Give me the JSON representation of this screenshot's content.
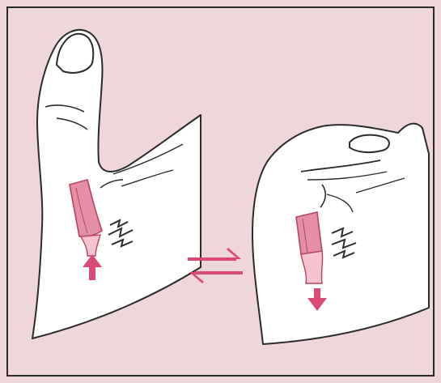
{
  "illustration": {
    "panels": [
      {
        "pose": "thumb-extended",
        "arrow_direction": "up"
      },
      {
        "pose": "thumb-flexed-into-fist",
        "arrow_direction": "down"
      }
    ],
    "colors": {
      "background": "#efd6d8",
      "border": "#2a2a2a",
      "skin": "#ffffff",
      "outline": "#2b2b2b",
      "tendon_sheath": "#e58fa6",
      "tendon": "#f6c4d0",
      "arrow": "#d94a74"
    },
    "icons": [
      "pain-spark-icon",
      "pain-spark-icon",
      "up-arrow-icon",
      "down-arrow-icon",
      "equilibrium-arrows-icon"
    ]
  }
}
